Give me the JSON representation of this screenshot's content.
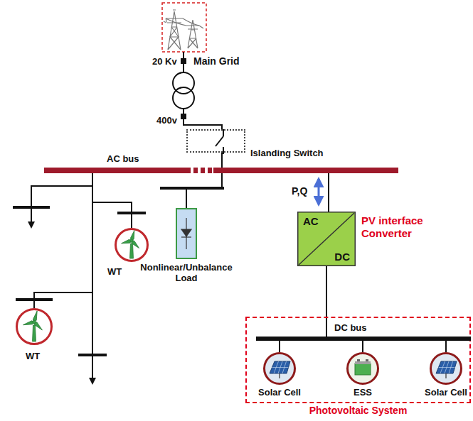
{
  "diagram": {
    "nodes": [
      {
        "text": [
          "Islanding Switch"
        ]
      },
      {
        "text": [
          "AC bus"
        ]
      },
      {
        "text": [
          "Nonlinear/Unbalance Load"
        ]
      },
      {
        "text": [
          "AC",
          "DC",
          "PV interface Converter"
        ]
      },
      {
        "text": [
          "WT"
        ]
      },
      {
        "text": [
          "WT"
        ]
      },
      {
        "text": [
          "Photovoltaic System"
        ]
      },
      {
        "text": [
          "DC bus"
        ],
        "in": 6
      },
      {
        "text": [
          "Solar Cell"
        ],
        "in": 6
      },
      {
        "text": [
          "ESS"
        ],
        "in": 6
      },
      {
        "text": [
          "Solar Cell"
        ],
        "in": 6
      }
    ],
    "edges": [
      {
        "from": 0,
        "to": 1,
        "arrow": "none"
      },
      {
        "from": 1,
        "to": 2,
        "arrow": "none"
      },
      {
        "from": 1,
        "to": 3,
        "arrow": "none"
      },
      {
        "from": 1,
        "to": 4,
        "arrow": "none"
      },
      {
        "from": 1,
        "to": 5,
        "arrow": "none"
      },
      {
        "from": 3,
        "to": 7,
        "arrow": "none"
      },
      {
        "from": 7,
        "to": 8,
        "arrow": "none"
      },
      {
        "from": 7,
        "to": 9,
        "arrow": "none"
      },
      {
        "from": 7,
        "to": 10,
        "arrow": "none"
      }
    ],
    "labels": [
      "20 Kv",
      "Main Grid",
      "400v",
      "P,Q"
    ]
  }
}
